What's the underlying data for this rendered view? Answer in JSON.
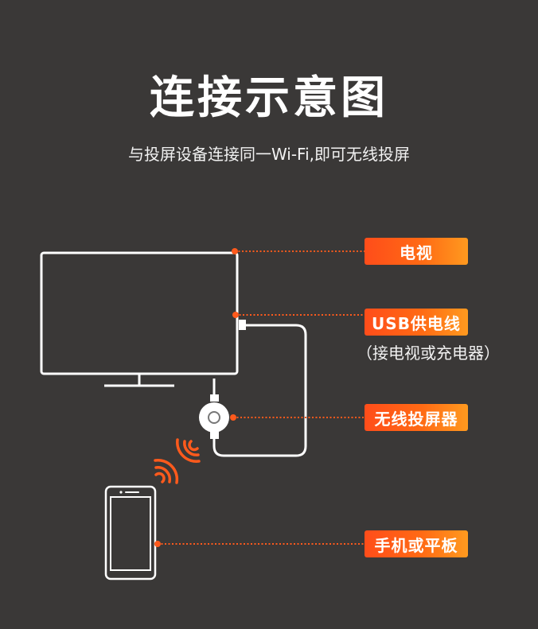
{
  "title": "连接示意图",
  "subtitle": "与投屏设备连接同一Wi-Fi,即可无线投屏",
  "labels": {
    "tv": "电视",
    "usb_cable": "USB供电线",
    "usb_note": "（接电视或充电器）",
    "dongle": "无线投屏器",
    "phone": "手机或平板"
  },
  "colors": {
    "background": "#3a3837",
    "accent_start": "#ff4d1a",
    "accent_end": "#ff9a1f",
    "line": "#ffffff",
    "leader": "#ff5a1c"
  },
  "icons": [
    "tv-icon",
    "dongle-icon",
    "phone-icon",
    "wifi-signal-icon",
    "cable-line"
  ]
}
